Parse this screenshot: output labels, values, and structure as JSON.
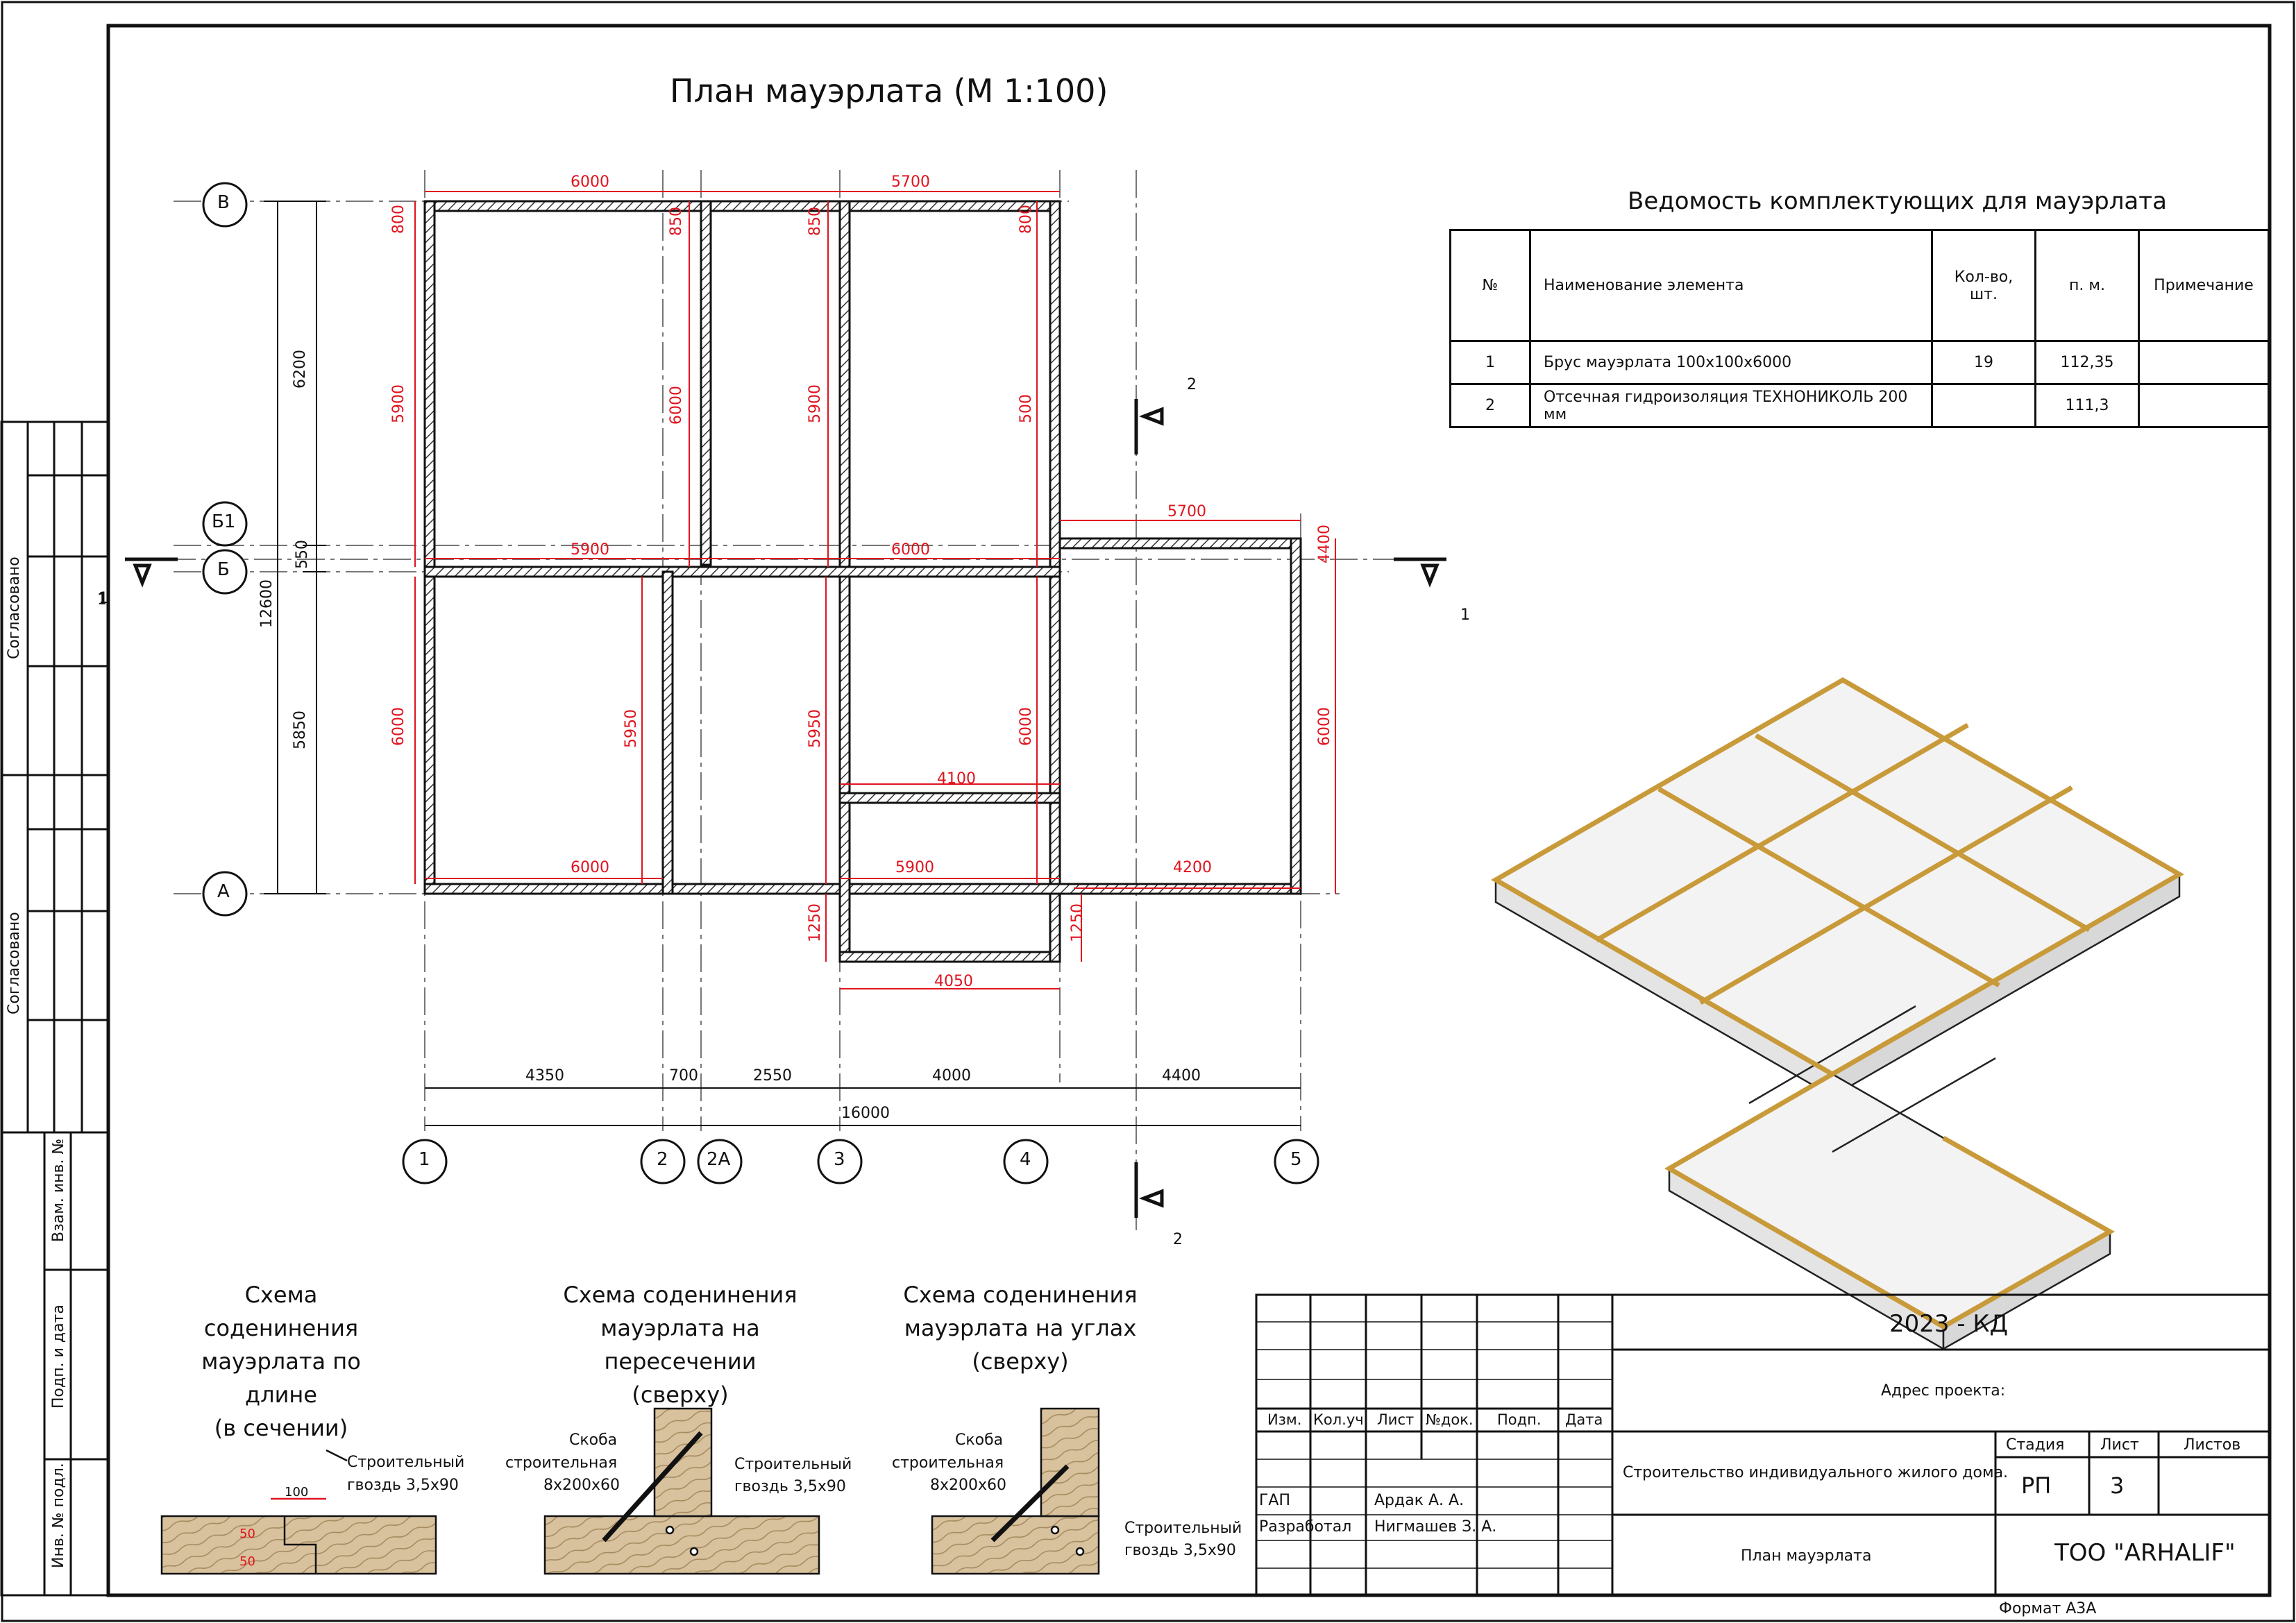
{
  "title": "План мауэрлата (М 1:100)",
  "spec_table": {
    "title": "Ведомость комплектующих для мауэрлата",
    "headers": [
      "№",
      "Наименование элемента",
      "Кол-во, шт.",
      "п. м.",
      "Примечание"
    ],
    "rows": [
      [
        "1",
        "Брус мауэрлата 100х100х6000",
        "19",
        "112,35",
        ""
      ],
      [
        "2",
        "Отсечная гидроизоляция ТЕХНОНИКОЛЬ 200 мм",
        "",
        "111,3",
        ""
      ]
    ]
  },
  "axes": {
    "rows": [
      "В",
      "Б1",
      "Б",
      "А"
    ],
    "cols": [
      "1",
      "2",
      "2А",
      "3",
      "4",
      "5"
    ]
  },
  "dims": {
    "vertical_left": [
      "6200",
      "550",
      "12600",
      "5850"
    ],
    "bottom": [
      "4350",
      "700",
      "2550",
      "4000",
      "4400",
      "16000"
    ],
    "red": [
      "6000",
      "5700",
      "800",
      "850",
      "850",
      "800",
      "5900",
      "6000",
      "5900",
      "5900",
      "6000",
      "5700",
      "4400",
      "500",
      "6000",
      "5950",
      "5950",
      "6000",
      "6000",
      "4100",
      "6000",
      "5900",
      "4200",
      "1250",
      "1250",
      "4050"
    ]
  },
  "section_marks": {
    "s1": "1",
    "s2": "2"
  },
  "schemes": [
    {
      "title": [
        "Схема соденинения",
        "мауэрлата по длине",
        "(в сечении)"
      ],
      "labels": [
        "Строительный",
        "гвоздь 3,5х90",
        "100",
        "50",
        "50"
      ]
    },
    {
      "title": [
        "Схема соденинения",
        "мауэрлата на пересечении",
        "(сверху)"
      ],
      "labels": [
        "Скоба",
        "строительная",
        "8х200х60",
        "Строительный",
        "гвоздь 3,5х90"
      ]
    },
    {
      "title": [
        "Схема соденинения",
        "мауэрлата на углах",
        "(сверху)"
      ],
      "labels": [
        "Скоба",
        "строительная",
        "8х200х60",
        "Строительный",
        "гвоздь 3,5х90"
      ]
    }
  ],
  "left_stamps": [
    "Согласовано",
    "Согласовано",
    "Взам. инв. №",
    "Подп. и дата",
    "Инв. № подл."
  ],
  "left_page_num": "1",
  "title_block": {
    "code": "2023 - КД",
    "address_label": "Адрес проекта:",
    "project": "Строительство индивидуального жилого дома.",
    "sheet_name": "План мауэрлата",
    "company": "ТОО \"ARHALIF\"",
    "stage_label": "Стадия",
    "sheet_label": "Лист",
    "sheets_label": "Листов",
    "stage": "РП",
    "sheet": "3",
    "sheets": "",
    "cols": [
      "Изм.",
      "Кол.уч.",
      "Лист",
      "№док.",
      "Подп.",
      "Дата"
    ],
    "roles": [
      {
        "role": "ГАП",
        "name": "Ардак А. А."
      },
      {
        "role": "Разработал",
        "name": "Нигмашев З. А."
      }
    ]
  },
  "format": "Формат А3А",
  "colors": {
    "dim_red": "#e0141e",
    "wood": "#d7bf98",
    "timber": "#c89a3a",
    "line": "#111111"
  }
}
